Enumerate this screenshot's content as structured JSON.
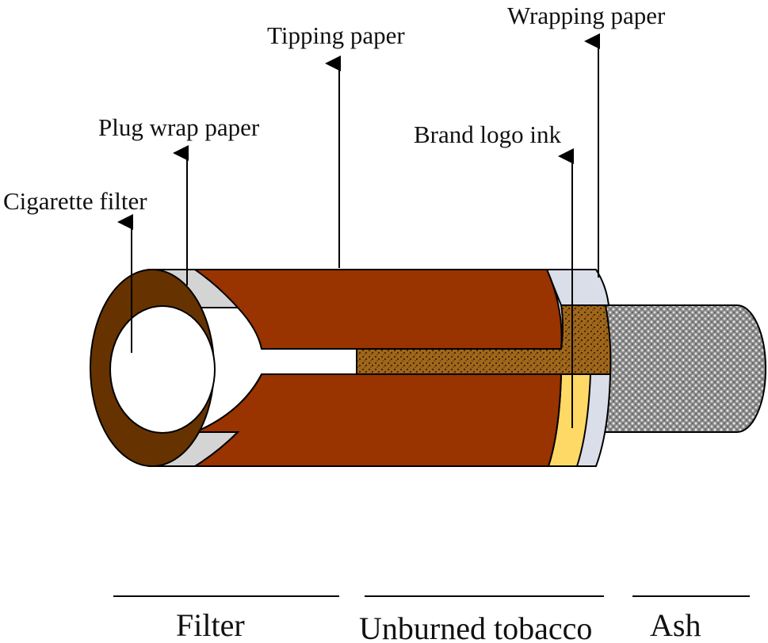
{
  "callouts": {
    "cigarette_filter": "Cigarette filter",
    "plug_wrap_paper": "Plug wrap paper",
    "tipping_paper": "Tipping paper",
    "brand_logo_ink": "Brand logo ink",
    "wrapping_paper": "Wrapping paper"
  },
  "sections": {
    "filter": "Filter",
    "unburned_tobacco": "Unburned tobacco",
    "ash": "Ash"
  },
  "colors": {
    "tipping": "#993300",
    "filter_rim": "#663300",
    "plug_wrap": "#d4d4d4",
    "wrapping": "#d9dee8",
    "tobacco": "#a0661a",
    "ash": "#8a8a8a",
    "ink": "#ffd966"
  }
}
